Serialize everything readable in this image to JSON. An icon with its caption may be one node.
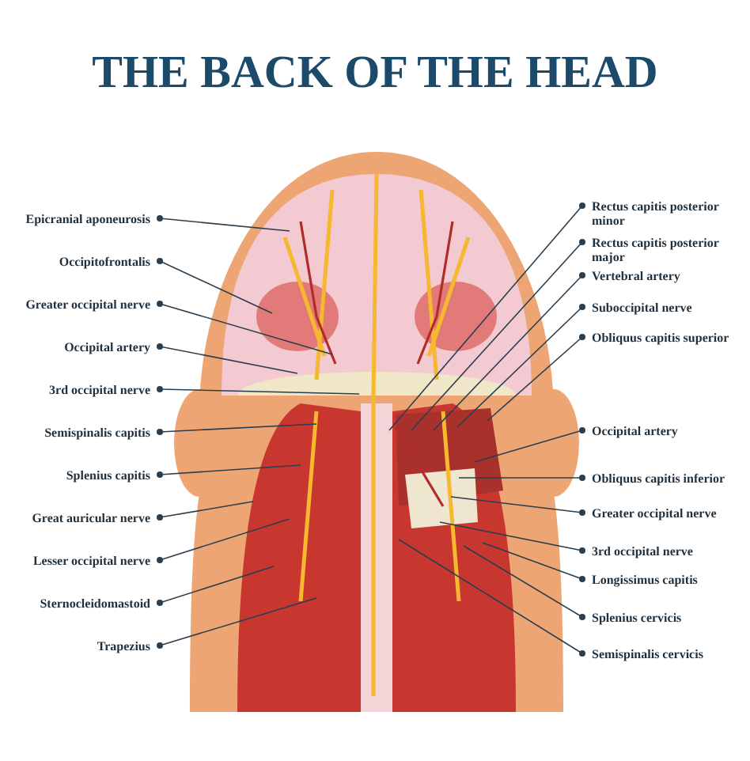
{
  "diagram": {
    "title": "THE BACK OF THE HEAD",
    "nodes": [
      {
        "text": [
          "Epicranial aponeurosis"
        ]
      },
      {
        "text": [
          "Occipitofrontalis"
        ]
      },
      {
        "text": [
          "Greater occipital nerve"
        ]
      },
      {
        "text": [
          "Occipital artery"
        ]
      },
      {
        "text": [
          "3rd occipital nerve"
        ]
      },
      {
        "text": [
          "Semispinalis capitis"
        ]
      },
      {
        "text": [
          "Splenius capitis"
        ]
      },
      {
        "text": [
          "Great auricular nerve"
        ]
      },
      {
        "text": [
          "Lesser occipital nerve"
        ]
      },
      {
        "text": [
          "Sternocleidomastoid"
        ]
      },
      {
        "text": [
          "Trapezius"
        ]
      },
      {
        "text": [
          "Rectus capitis posterior minor"
        ]
      },
      {
        "text": [
          "Rectus capitis posterior major"
        ]
      },
      {
        "text": [
          "Vertebral artery"
        ]
      },
      {
        "text": [
          "Suboccipital nerve"
        ]
      },
      {
        "text": [
          "Obliquus capitis superior"
        ]
      },
      {
        "text": [
          "Occipital artery"
        ]
      },
      {
        "text": [
          "Obliquus capitis inferior"
        ]
      },
      {
        "text": [
          "Greater occipital nerve"
        ]
      },
      {
        "text": [
          "3rd occipital nerve"
        ]
      },
      {
        "text": [
          "Longissimus capitis"
        ]
      },
      {
        "text": [
          "Splenius cervicis"
        ]
      },
      {
        "text": [
          "Semispinalis cervicis"
        ]
      }
    ],
    "edges": [
      {
        "from": 0,
        "to": null,
        "arrow": "other"
      },
      {
        "from": 1,
        "to": null,
        "arrow": "other"
      },
      {
        "from": 2,
        "to": null,
        "arrow": "other"
      },
      {
        "from": 3,
        "to": null,
        "arrow": "other"
      },
      {
        "from": 4,
        "to": null,
        "arrow": "other"
      },
      {
        "from": 5,
        "to": null,
        "arrow": "other"
      },
      {
        "from": 6,
        "to": null,
        "arrow": "other"
      },
      {
        "from": 7,
        "to": null,
        "arrow": "other"
      },
      {
        "from": 8,
        "to": null,
        "arrow": "other"
      },
      {
        "from": 9,
        "to": null,
        "arrow": "other"
      },
      {
        "from": 10,
        "to": null,
        "arrow": "other"
      },
      {
        "from": 11,
        "to": null,
        "arrow": "other"
      },
      {
        "from": 12,
        "to": null,
        "arrow": "other"
      },
      {
        "from": 13,
        "to": null,
        "arrow": "other"
      },
      {
        "from": 14,
        "to": null,
        "arrow": "other"
      },
      {
        "from": 15,
        "to": null,
        "arrow": "other"
      },
      {
        "from": 16,
        "to": null,
        "arrow": "other"
      },
      {
        "from": 17,
        "to": null,
        "arrow": "other"
      },
      {
        "from": 18,
        "to": null,
        "arrow": "other"
      },
      {
        "from": 19,
        "to": null,
        "arrow": "other"
      },
      {
        "from": 20,
        "to": null,
        "arrow": "other"
      },
      {
        "from": 21,
        "to": null,
        "arrow": "other"
      },
      {
        "from": 22,
        "to": null,
        "arrow": "other"
      }
    ]
  }
}
